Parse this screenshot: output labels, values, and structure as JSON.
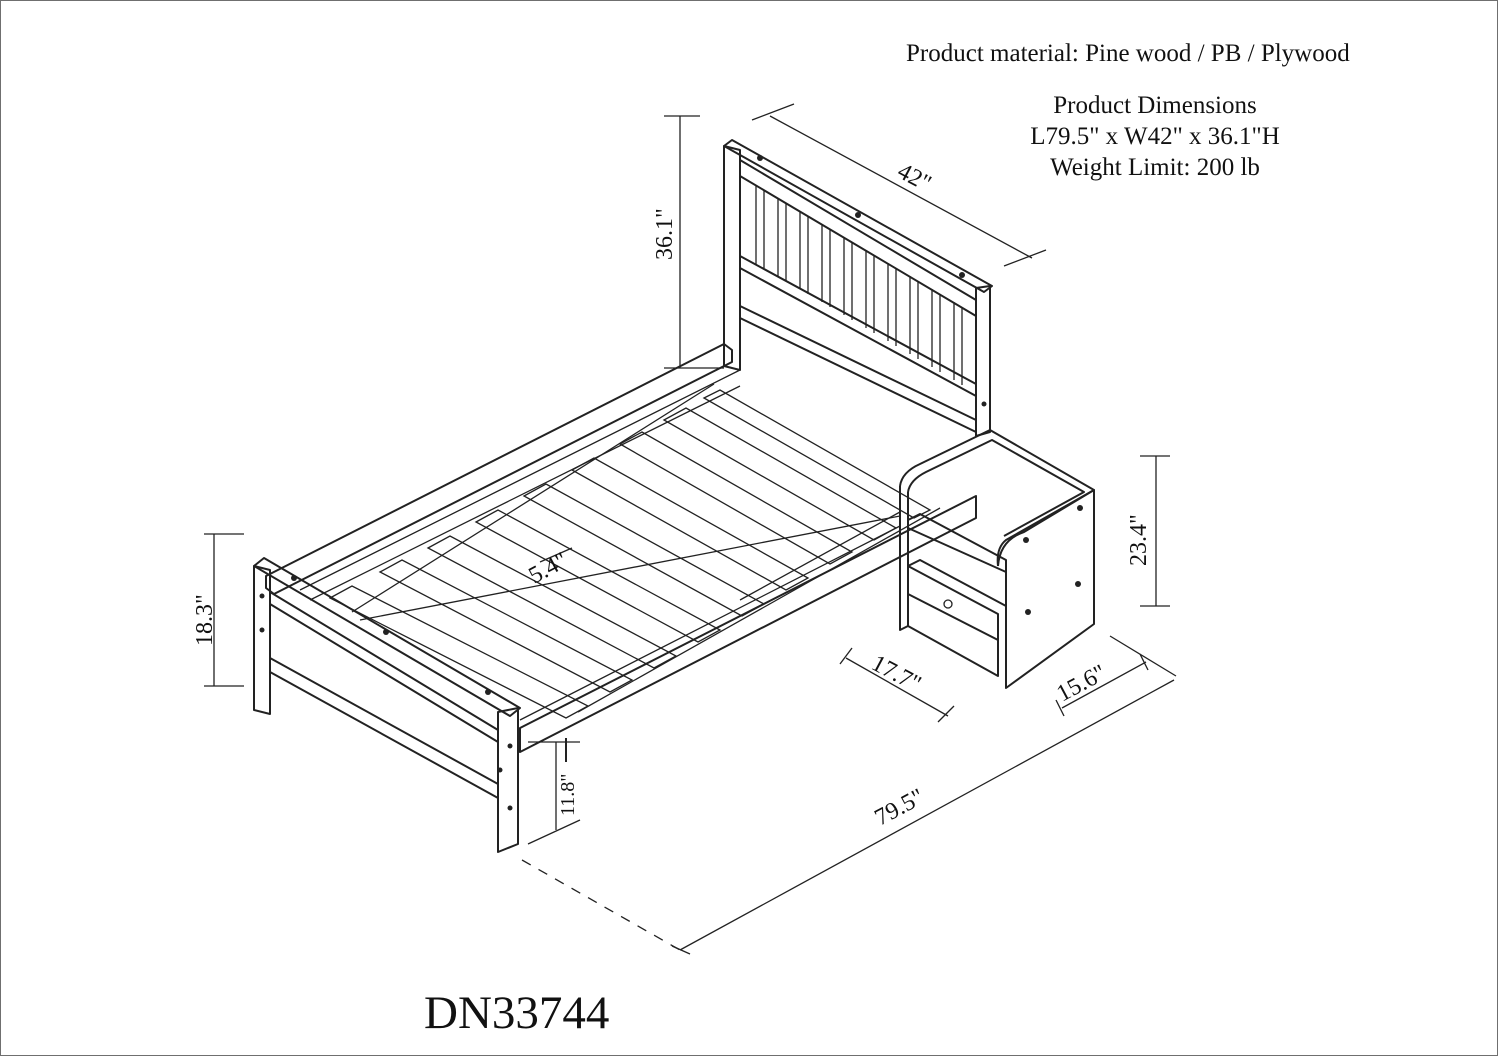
{
  "material": "Product material: Pine wood / PB / Plywood",
  "dimensions": {
    "title": "Product Dimensions",
    "size": "L79.5\" x W42\" x 36.1\"H",
    "weight": "Weight Limit: 200 lb"
  },
  "model": "DN33744",
  "labels": {
    "width": "42\"",
    "height": "36.1\"",
    "footboard_height": "18.3\"",
    "clearance": "11.8\"",
    "slat_gap": "5.4\"",
    "length": "79.5\"",
    "nightstand_height": "23.4\"",
    "nightstand_width": "17.7\"",
    "nightstand_depth": "15.6\""
  }
}
